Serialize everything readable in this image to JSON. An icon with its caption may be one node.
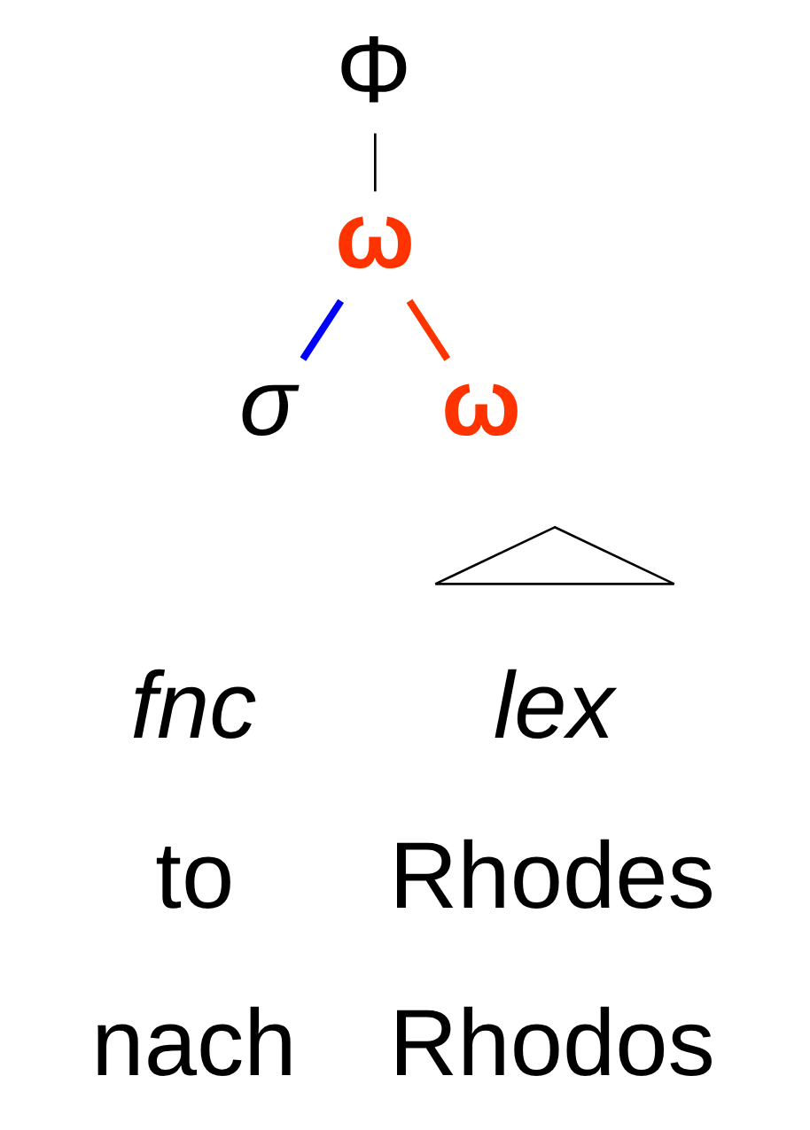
{
  "diagram": {
    "nodes": [
      {
        "text": [
          "Φ"
        ]
      },
      {
        "text": [
          "ω"
        ]
      },
      {
        "text": [
          "σ"
        ]
      },
      {
        "text": [
          "ω"
        ]
      },
      {
        "text": [],
        "shape": "triangle"
      }
    ],
    "edges": [
      {
        "from": 0,
        "to": 1,
        "arrow": "none"
      },
      {
        "from": 1,
        "to": 2,
        "arrow": "none",
        "color": "#0000ff"
      },
      {
        "from": 1,
        "to": 3,
        "arrow": "none",
        "color": "#ff3300"
      }
    ],
    "labels": [
      "fnc",
      "lex",
      "to",
      "Rhodes",
      "nach",
      "Rhodos"
    ]
  }
}
